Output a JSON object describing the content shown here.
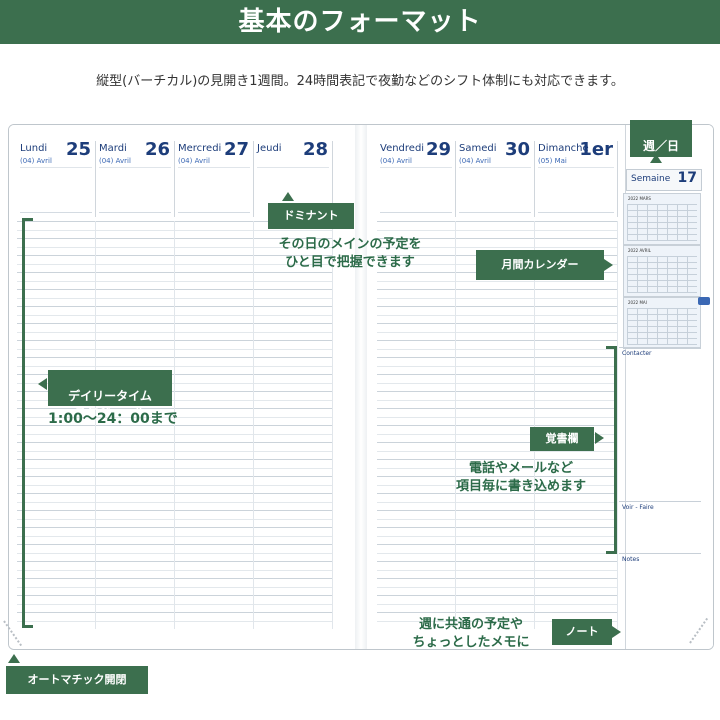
{
  "header": {
    "title": "基本のフォーマット",
    "subtitle": "縦型(バーチカル)の見開き1週間。24時間表記で夜勤などのシフト体制にも対応できます。"
  },
  "planner": {
    "left_days": [
      {
        "name": "Lundi",
        "number": "25",
        "month": "(04) Avril"
      },
      {
        "name": "Mardi",
        "number": "26",
        "month": "(04) Avril"
      },
      {
        "name": "Mercredi",
        "number": "27",
        "month": "(04) Avril"
      },
      {
        "name": "Jeudi",
        "number": "28",
        "month": ""
      }
    ],
    "right_days": [
      {
        "name": "Vendredi",
        "number": "29",
        "month": "(04) Avril"
      },
      {
        "name": "Samedi",
        "number": "30",
        "month": "(04) Avril"
      },
      {
        "name": "Dimanche",
        "number": "1er",
        "month": "(05) Mai"
      }
    ],
    "week_label": "Semaine",
    "week_number": "17",
    "calendar_titles": [
      "2022 MARS",
      "2022 AVRIL",
      "2022 MAI"
    ],
    "notes_sections": [
      "Contacter",
      "Voir - Faire",
      "Notes"
    ]
  },
  "callouts": {
    "week_count": "週／日\nカウント",
    "dominant_label": "ドミナント",
    "dominant_desc": "その日のメインの予定を\nひと目で把握できます",
    "monthly_calendar": "月間カレンダー",
    "daily_schedule": "デイリータイム\nスケジュール",
    "time_range": "1:00～24：00まで",
    "memo_label": "覚書欄",
    "memo_desc": "電話やメールなど\n項目毎に書き込めます",
    "note_label": "ノート",
    "note_desc": "週に共通の予定や\nちょっとしたメモに",
    "auto_open": "オートマチック開閉"
  },
  "colors": {
    "accent_green": "#3c6f4e",
    "planner_blue": "#1d3d7a"
  }
}
